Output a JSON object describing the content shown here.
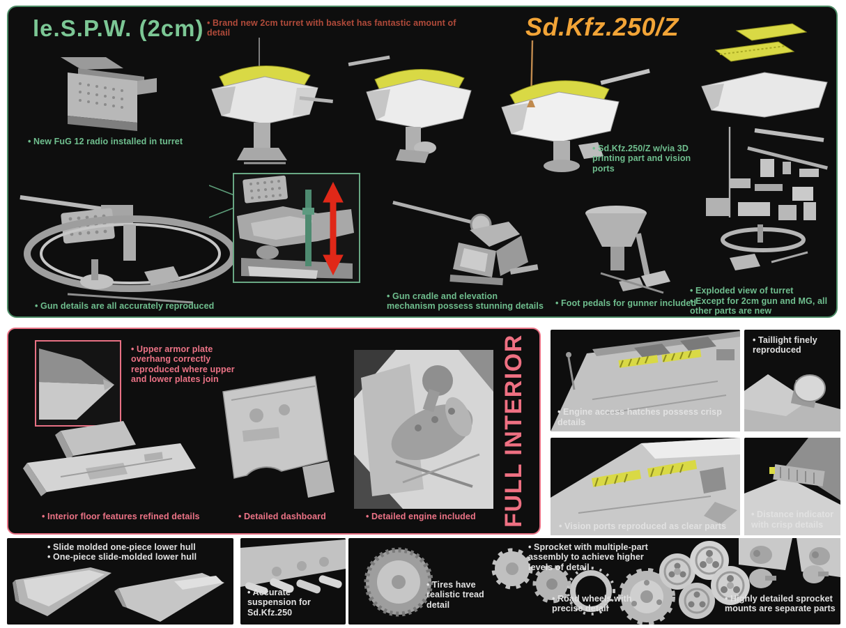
{
  "colors": {
    "panel_bg": "#0e0e0e",
    "green_border": "#4c8c66",
    "green_text": "#6fbe8e",
    "title_green": "#7cc795",
    "red_text": "#b04a3a",
    "orange_title": "#f2a437",
    "pink": "#ec7386",
    "caption_white": "#e2e2e2",
    "basket_yellow": "#d9d945",
    "arrow_red": "#e02818"
  },
  "top_panel": {
    "title": "le.S.P.W. (2cm)",
    "brand_title": "Sd.Kfz.250/Z",
    "bullets": {
      "turret_basket": "• Brand new 2cm turret with basket has fantastic amount of detail",
      "radio": "• New FuG 12 radio installed in turret",
      "gun_details": "• Gun details are all accurately reproduced",
      "gun_cradle": "• Gun cradle and elevation mechanism possess stunning details",
      "foot_pedals": "• Foot pedals for gunner included",
      "printing_part": "• Sd.Kfz.250/Z w/via 3D printing part and vision ports",
      "exploded_view": "• Exploded view of turret",
      "new_parts": "• Except for 2cm gun and MG, all other parts are new"
    }
  },
  "interior_panel": {
    "vertical_label": "FULL INTERIOR",
    "upper_armor": "• Upper armor plate overhang correctly reproduced where upper and lower plates join",
    "floor_caption": "• Interior floor features refined details",
    "dashboard_caption": "• Detailed dashboard",
    "engine_caption": "• Detailed engine included"
  },
  "detail_panels": {
    "engine_hatches": "• Engine access hatches possess crisp details",
    "taillight": "• Taillight finely reproduced",
    "vision_ports": "• Vision ports reproduced as clear parts",
    "distance_indicator": "• Distance indicator with crisp details"
  },
  "bottom_panels": {
    "hull_bullet_1": "• Slide molded one-piece lower hull",
    "hull_bullet_2": "• One-piece slide-molded lower hull",
    "suspension": "• Accurate suspension for Sd.Kfz.250",
    "tires": "• Tires have realistic tread detail",
    "sprocket_assembly": "• Sprocket with multiple-part assembly to achieve higher levels of detail",
    "road_wheels": "• Road wheels with precise detail",
    "sprocket_mounts": "• Highly detailed sprocket mounts are separate parts"
  }
}
